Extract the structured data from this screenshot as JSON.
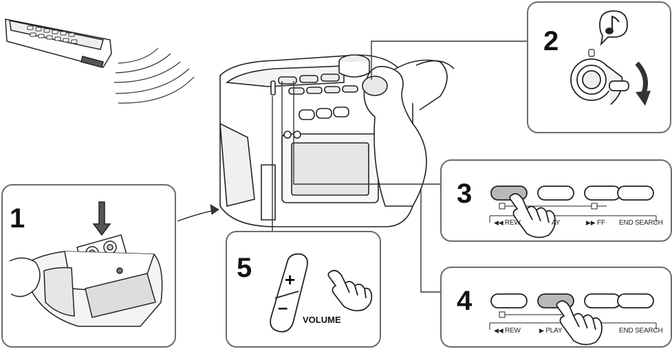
{
  "steps": {
    "step1": "1",
    "step2": "2",
    "step3": "3",
    "step4": "4",
    "step5": "5"
  },
  "remote_buttons": {
    "rew": "REW",
    "play": "PLAY",
    "play_partial": "AY",
    "ff": "FF",
    "end_search": "END SEARCH"
  },
  "volume": {
    "label": "VOLUME",
    "plus": "+",
    "minus": "–"
  },
  "icons": {
    "rew": "double-left-arrow",
    "play": "right-triangle",
    "ff": "double-right-arrow",
    "music": "music-note-icon",
    "hand": "pointing-hand-icon"
  },
  "colors": {
    "frame": "#6b6b6b",
    "line": "#222222",
    "button_fill": "#ffffff",
    "pressed_fill": "#b8b8b8"
  }
}
